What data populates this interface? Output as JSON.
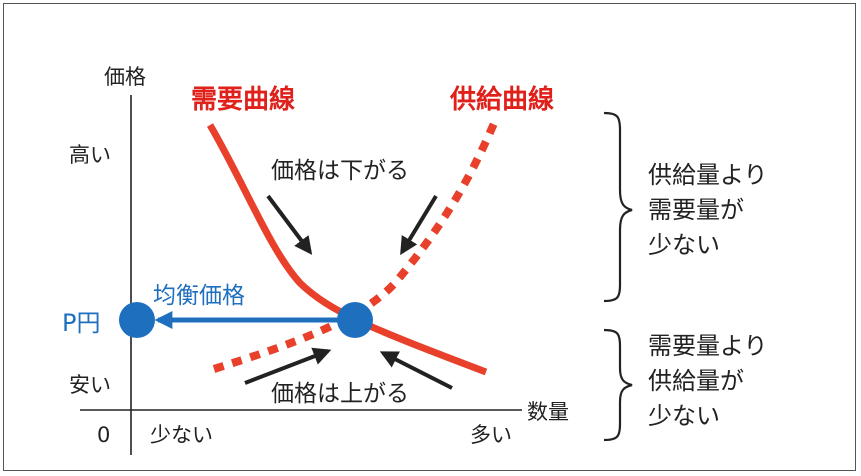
{
  "labels": {
    "price_axis": "価格",
    "quantity_axis": "数量",
    "high": "高い",
    "low": "安い",
    "origin": "0",
    "few": "少ない",
    "many": "多い",
    "demand_curve": "需要曲線",
    "supply_curve": "供給曲線",
    "price_falls": "価格は下がる",
    "price_rises": "価格は上がる",
    "equilibrium_price": "均衡価格",
    "p_yen": "P円",
    "upper_note": [
      "供給量より",
      "需要量が",
      "少ない"
    ],
    "lower_note": [
      "需要量より",
      "供給量が",
      "少ない"
    ]
  },
  "colors": {
    "demand": "#e8402a",
    "supply": "#e8402a",
    "demand_label": "#e0201a",
    "equilibrium": "#1f6fbf",
    "axis": "#222222",
    "text": "#222222"
  }
}
